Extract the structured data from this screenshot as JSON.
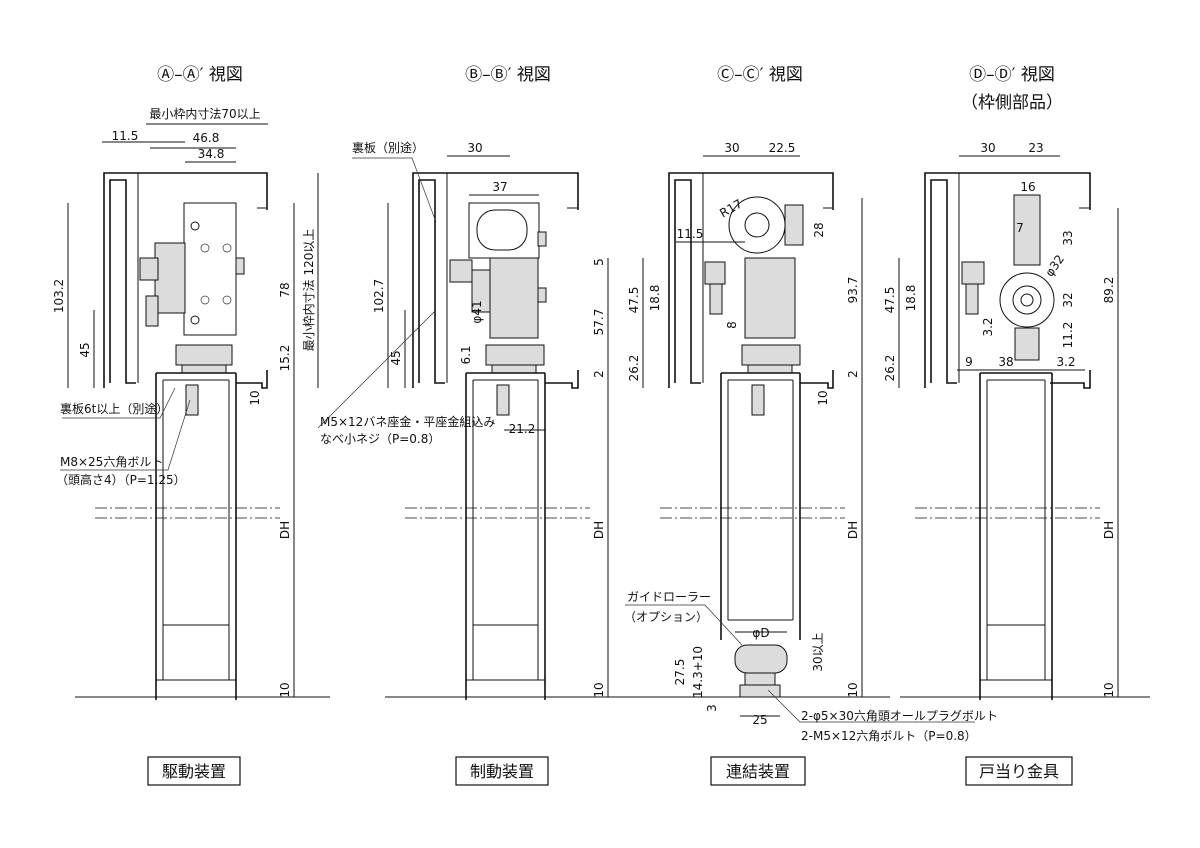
{
  "views": [
    {
      "title": "Ⓐ–Ⓐ′ 視図",
      "subtitle": "",
      "caption": "駆動装置",
      "dims": [
        "最小枠内寸法70以上",
        "11.5",
        "46.8",
        "34.8",
        "103.2",
        "45",
        "78",
        "最小枠内寸法 120以上",
        "15.2",
        "10",
        "DH",
        "10"
      ],
      "notes": [
        "裏板6t以上（別途）",
        "M8×25六角ボルト",
        "（頭高さ4）（P=1.25）"
      ]
    },
    {
      "title": "Ⓑ–Ⓑ′ 視図",
      "subtitle": "",
      "caption": "制動装置",
      "dims": [
        "30",
        "37",
        "102.7",
        "45",
        "5",
        "57.7",
        "φ41",
        "6.1",
        "2",
        "21.2",
        "DH",
        "10"
      ],
      "notes": [
        "裏板（別途）",
        "M5×12バネ座金・平座金組込み",
        "なべ小ネジ（P=0.8）"
      ]
    },
    {
      "title": "Ⓒ–Ⓒ′ 視図",
      "subtitle": "",
      "caption": "連結装置",
      "dims": [
        "30",
        "22.5",
        "R17",
        "28",
        "11.5",
        "47.5",
        "18.8",
        "8",
        "26.2",
        "93.7",
        "2",
        "10",
        "DH",
        "φD",
        "30以上",
        "27.5",
        "14.3+10",
        "3",
        "25",
        "10"
      ],
      "notes": [
        "ガイドローラー",
        "（オプション）",
        "2-φ5×30六角頭オールプラグボルト",
        "2-M5×12六角ボルト（P=0.8）"
      ]
    },
    {
      "title": "Ⓓ–Ⓓ′ 視図",
      "subtitle": "（枠側部品）",
      "caption": "戸当り金具",
      "dims": [
        "30",
        "23",
        "16",
        "7",
        "φ32",
        "33",
        "32",
        "11.2",
        "3.2",
        "47.5",
        "18.8",
        "26.2",
        "9",
        "38",
        "3.2",
        "89.2",
        "DH",
        "10"
      ],
      "notes": []
    }
  ]
}
